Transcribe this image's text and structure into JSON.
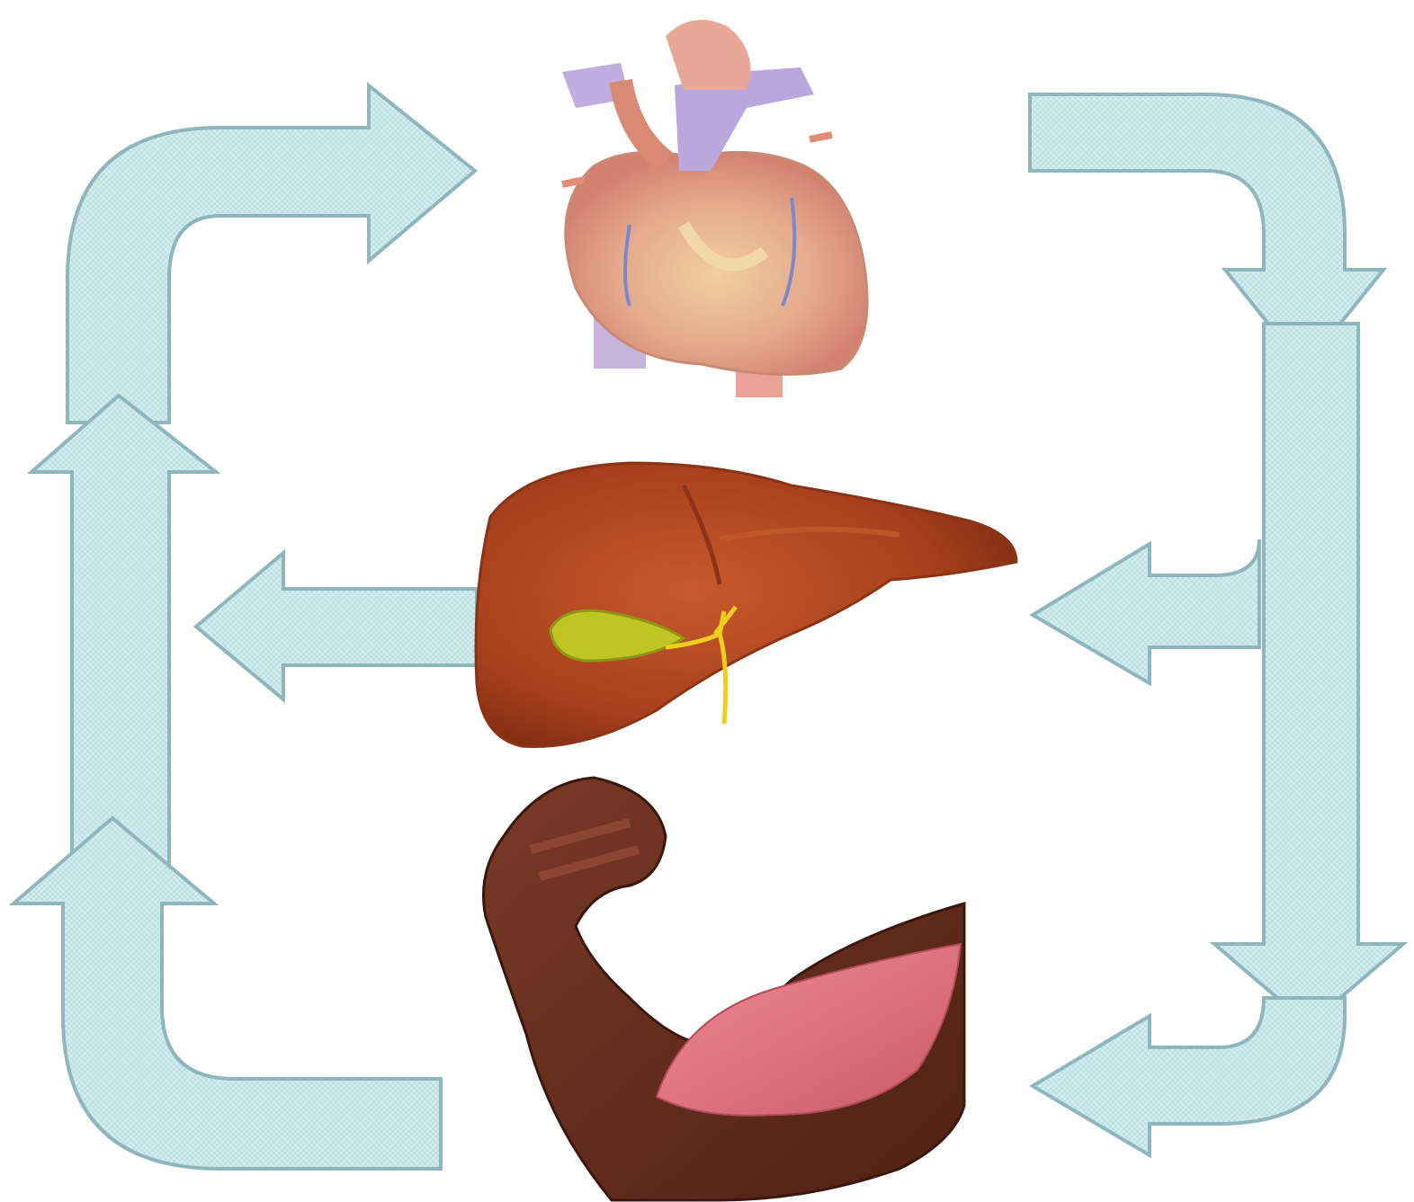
{
  "diagram": {
    "organs": [
      {
        "id": "heart",
        "icon": "heart-icon"
      },
      {
        "id": "liver",
        "icon": "liver-icon"
      },
      {
        "id": "muscle",
        "icon": "flexed-arm-muscle-icon"
      }
    ],
    "colors": {
      "arrow_fill": "#cfe9ec",
      "arrow_stroke": "#8fb6bd",
      "heart": "#e5a68f",
      "heart_vessels": "#b6a5d8",
      "liver": "#b44a22",
      "gallbladder": "#b8c21f",
      "bile_duct": "#f2d21c",
      "arm_skin": "#6b2f1e",
      "muscle": "#e07a82"
    }
  }
}
